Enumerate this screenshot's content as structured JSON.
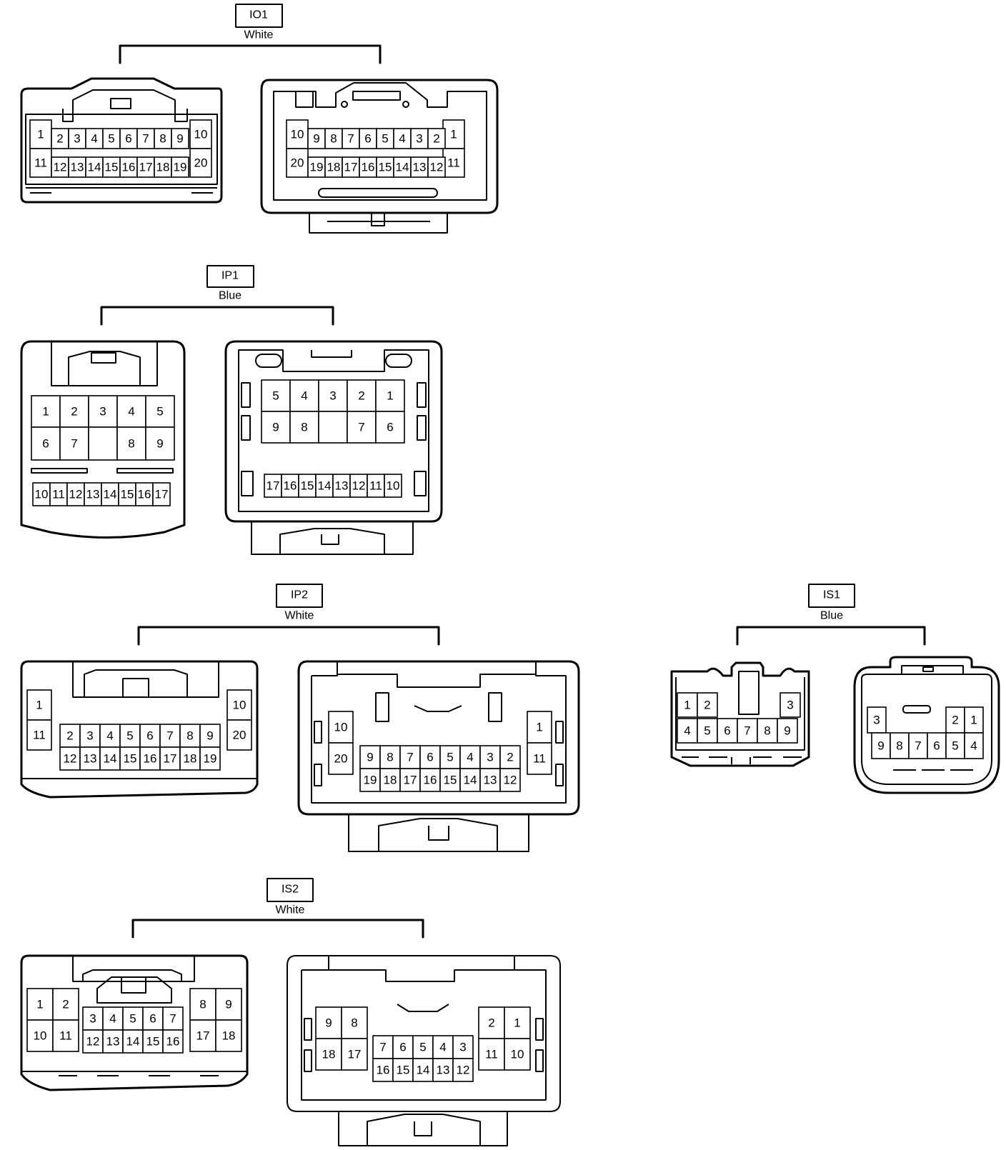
{
  "connectors": [
    {
      "id": "IO1",
      "color": "White",
      "male": {
        "left": [
          "1",
          "11"
        ],
        "right": [
          "10",
          "20"
        ],
        "top": [
          "2",
          "3",
          "4",
          "5",
          "6",
          "7",
          "8",
          "9"
        ],
        "bottom": [
          "12",
          "13",
          "14",
          "15",
          "16",
          "17",
          "18",
          "19"
        ]
      },
      "female": {
        "left": [
          "10",
          "20"
        ],
        "right": [
          "1",
          "11"
        ],
        "top": [
          "9",
          "8",
          "7",
          "6",
          "5",
          "4",
          "3",
          "2"
        ],
        "bottom": [
          "19",
          "18",
          "17",
          "16",
          "15",
          "14",
          "13",
          "12"
        ]
      }
    },
    {
      "id": "IP1",
      "color": "Blue",
      "male": {
        "row1": [
          "1",
          "2",
          "3",
          "4",
          "5"
        ],
        "row2": [
          "6",
          "7",
          "",
          "8",
          "9"
        ],
        "row3": [
          "10",
          "11",
          "12",
          "13",
          "14",
          "15",
          "16",
          "17"
        ]
      },
      "female": {
        "row1": [
          "5",
          "4",
          "3",
          "2",
          "1"
        ],
        "row2": [
          "9",
          "8",
          "",
          "7",
          "6"
        ],
        "row3": [
          "17",
          "16",
          "15",
          "14",
          "13",
          "12",
          "11",
          "10"
        ]
      }
    },
    {
      "id": "IP2",
      "color": "White",
      "male": {
        "left": [
          "1",
          "11"
        ],
        "right": [
          "10",
          "20"
        ],
        "top": [
          "2",
          "3",
          "4",
          "5",
          "6",
          "7",
          "8",
          "9"
        ],
        "bottom": [
          "12",
          "13",
          "14",
          "15",
          "16",
          "17",
          "18",
          "19"
        ]
      },
      "female": {
        "left": [
          "10",
          "20"
        ],
        "right": [
          "1",
          "11"
        ],
        "top": [
          "9",
          "8",
          "7",
          "6",
          "5",
          "4",
          "3",
          "2"
        ],
        "bottom": [
          "19",
          "18",
          "17",
          "16",
          "15",
          "14",
          "13",
          "12"
        ]
      }
    },
    {
      "id": "IS1",
      "color": "Blue",
      "male": {
        "top_left": [
          "1",
          "2"
        ],
        "top_right": [
          "3"
        ],
        "bottom": [
          "4",
          "5",
          "6",
          "7",
          "8",
          "9"
        ]
      },
      "female": {
        "top_left": [
          "3"
        ],
        "top_right": [
          "2",
          "1"
        ],
        "bottom": [
          "9",
          "8",
          "7",
          "6",
          "5",
          "4"
        ]
      }
    },
    {
      "id": "IS2",
      "color": "White",
      "male": {
        "left_top": [
          "1",
          "2"
        ],
        "left_bottom": [
          "10",
          "11"
        ],
        "right_top": [
          "8",
          "9"
        ],
        "right_bottom": [
          "17",
          "18"
        ],
        "center_top": [
          "3",
          "4",
          "5",
          "6",
          "7"
        ],
        "center_bottom": [
          "12",
          "13",
          "14",
          "15",
          "16"
        ]
      },
      "female": {
        "left_top": [
          "9",
          "8"
        ],
        "left_bottom": [
          "18",
          "17"
        ],
        "right_top": [
          "2",
          "1"
        ],
        "right_bottom": [
          "11",
          "10"
        ],
        "center_top": [
          "7",
          "6",
          "5",
          "4",
          "3"
        ],
        "center_bottom": [
          "16",
          "15",
          "14",
          "13",
          "12"
        ]
      }
    }
  ]
}
